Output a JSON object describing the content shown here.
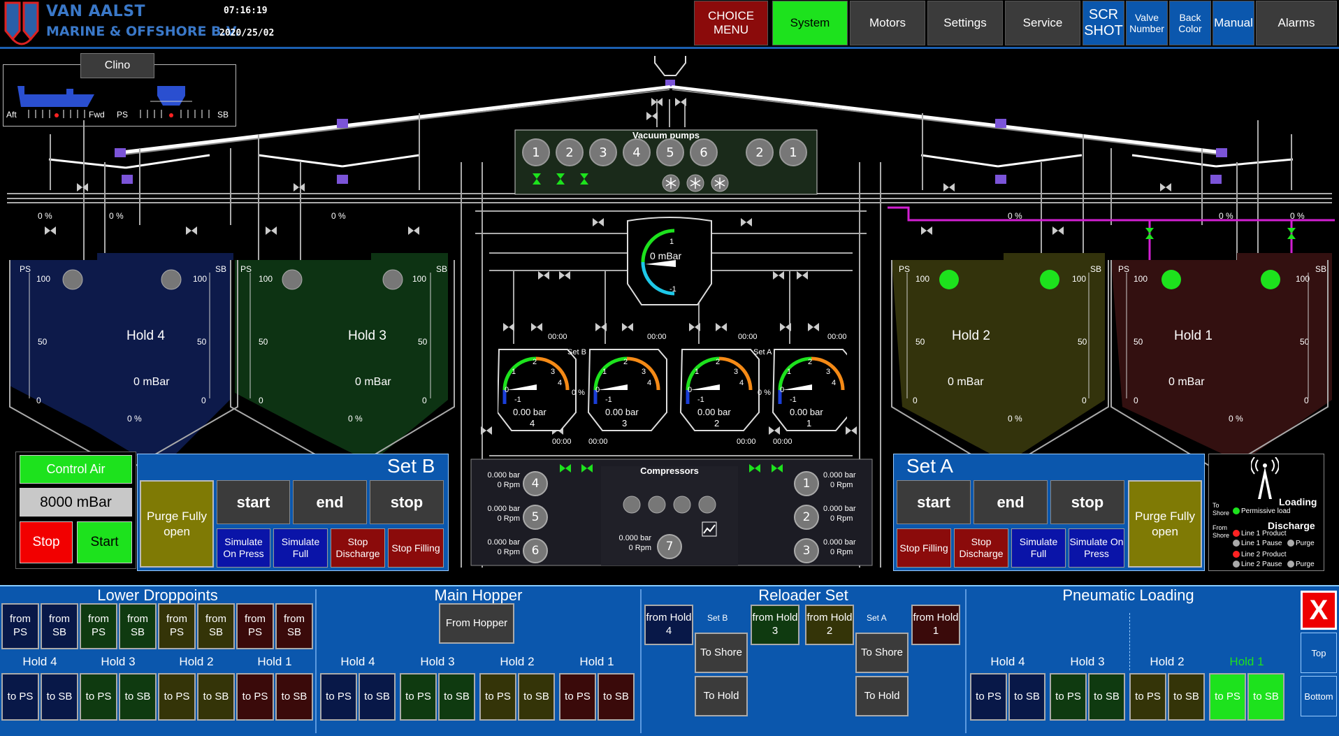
{
  "header": {
    "company_line1": "VAN AALST",
    "company_line2": "MARINE & OFFSHORE B.V.",
    "time": "07:16:19",
    "date": "2020/25/02",
    "nav": [
      {
        "label": "CHOICE MENU",
        "color": "#8b0b0b"
      },
      {
        "label": "System",
        "color": "#1de21d"
      },
      {
        "label": "Motors",
        "color": "#3b3b3b"
      },
      {
        "label": "Settings",
        "color": "#3b3b3b"
      },
      {
        "label": "Service",
        "color": "#3b3b3b"
      },
      {
        "label": "SCR SHOT",
        "color": "#0b57ad"
      },
      {
        "label": "Valve Number",
        "color": "#0b57ad"
      },
      {
        "label": "Back Color",
        "color": "#0b57ad"
      },
      {
        "label": "Manual",
        "color": "#0b57ad"
      },
      {
        "label": "Alarms",
        "color": "#3b3b3b"
      }
    ]
  },
  "clino": {
    "tab": "Clino",
    "aft": "Aft",
    "fwd": "Fwd",
    "ps": "PS",
    "sb": "SB"
  },
  "vacuum": {
    "title": "Vacuum pumps",
    "pumps": [
      "1",
      "2",
      "3",
      "4",
      "5",
      "6",
      "2",
      "1"
    ],
    "center_pressure": "0 mBar",
    "center_scale": [
      "1",
      "-1"
    ]
  },
  "holds": [
    {
      "name": "Hold 4",
      "pressure": "0 mBar",
      "top_pct": "0 %",
      "top_pct2": "0 %",
      "bottom_pct": "0 %",
      "color": "#0d1a4a"
    },
    {
      "name": "Hold 3",
      "pressure": "0 mBar",
      "top_pct": "0 %",
      "bottom_pct": "0 %",
      "color": "#0d3313"
    },
    {
      "name": "Hold 2",
      "pressure": "0 mBar",
      "top_pct": "0 %",
      "bottom_pct": "0 %",
      "color": "#33330c"
    },
    {
      "name": "Hold 1",
      "pressure": "0 mBar",
      "top_pct": "0 %",
      "top_pct2": "0 %",
      "bottom_pct": "0 %",
      "color": "#331010"
    }
  ],
  "scale": {
    "top": "100",
    "mid": "50",
    "bottom": "0",
    "ps": "PS",
    "sb": "SB"
  },
  "gauges": [
    {
      "num": "4",
      "value": "0.00 bar",
      "set": "Set B"
    },
    {
      "num": "3",
      "value": "0.00 bar",
      "set": ""
    },
    {
      "num": "2",
      "value": "0.00 bar",
      "set": "Set A"
    },
    {
      "num": "1",
      "value": "0.00 bar",
      "set": ""
    }
  ],
  "gauge_scale": [
    "0",
    "1",
    "2",
    "3",
    "4",
    "-1"
  ],
  "gauge_pct": "0 %",
  "gauge_time": "00:00",
  "compressors": {
    "title": "Compressors",
    "units": [
      {
        "num": "4",
        "bar": "0.000 bar",
        "rpm": "0 Rpm"
      },
      {
        "num": "5",
        "bar": "0.000 bar",
        "rpm": "0 Rpm"
      },
      {
        "num": "6",
        "bar": "0.000 bar",
        "rpm": "0 Rpm"
      },
      {
        "num": "7",
        "bar": "0.000 bar",
        "rpm": "0 Rpm"
      },
      {
        "num": "1",
        "bar": "0.000 bar",
        "rpm": "0 Rpm"
      },
      {
        "num": "2",
        "bar": "0.000 bar",
        "rpm": "0 Rpm"
      },
      {
        "num": "3",
        "bar": "0.000 bar",
        "rpm": "0 Rpm"
      }
    ]
  },
  "control_air": {
    "label": "Control Air",
    "value": "8000 mBar",
    "stop": "Stop",
    "start": "Start"
  },
  "set_b": {
    "title": "Set B",
    "purge": "Purge Fully open",
    "start": "start",
    "end": "end",
    "stop": "stop",
    "sim_press": "Simulate On Press",
    "sim_full": "Simulate Full",
    "stop_discharge": "Stop Discharge",
    "stop_filling": "Stop Filling"
  },
  "set_a": {
    "title": "Set A",
    "purge": "Purge Fully open",
    "start": "start",
    "end": "end",
    "stop": "stop",
    "stop_filling": "Stop Filling",
    "stop_discharge": "Stop Discharge",
    "sim_full": "Simulate Full",
    "sim_press": "Simulate On Press"
  },
  "loading": {
    "title": "Loading",
    "to_shore": "To Shore",
    "permissive": "Permissive load",
    "discharge": "Discharge",
    "from_shore": "From Shore",
    "lines": [
      "Line 1 Product",
      "Line 1 Pause",
      "Purge",
      "Line 2 Product",
      "Line 2 Pause",
      "Purge"
    ]
  },
  "bottom": {
    "lower_title": "Lower Droppoints",
    "main_title": "Main Hopper",
    "reloader_title": "Reloader Set",
    "pneumatic_title": "Pneumatic Loading",
    "from_ps": "from PS",
    "from_sb": "from SB",
    "to_ps": "to PS",
    "to_sb": "to SB",
    "from_hopper": "From Hopper",
    "hold_labels": [
      "Hold 4",
      "Hold 3",
      "Hold 2",
      "Hold 1"
    ],
    "reloader": {
      "set_b": "Set  B",
      "set_a": "Set  A",
      "from_hold4": "from Hold 4",
      "from_hold3": "from Hold 3",
      "from_hold2": "from Hold 2",
      "from_hold1": "from Hold 1",
      "to_shore": "To Shore",
      "to_hold": "To Hold"
    },
    "close": "X",
    "top": "Top",
    "bottom": "Bottom"
  }
}
